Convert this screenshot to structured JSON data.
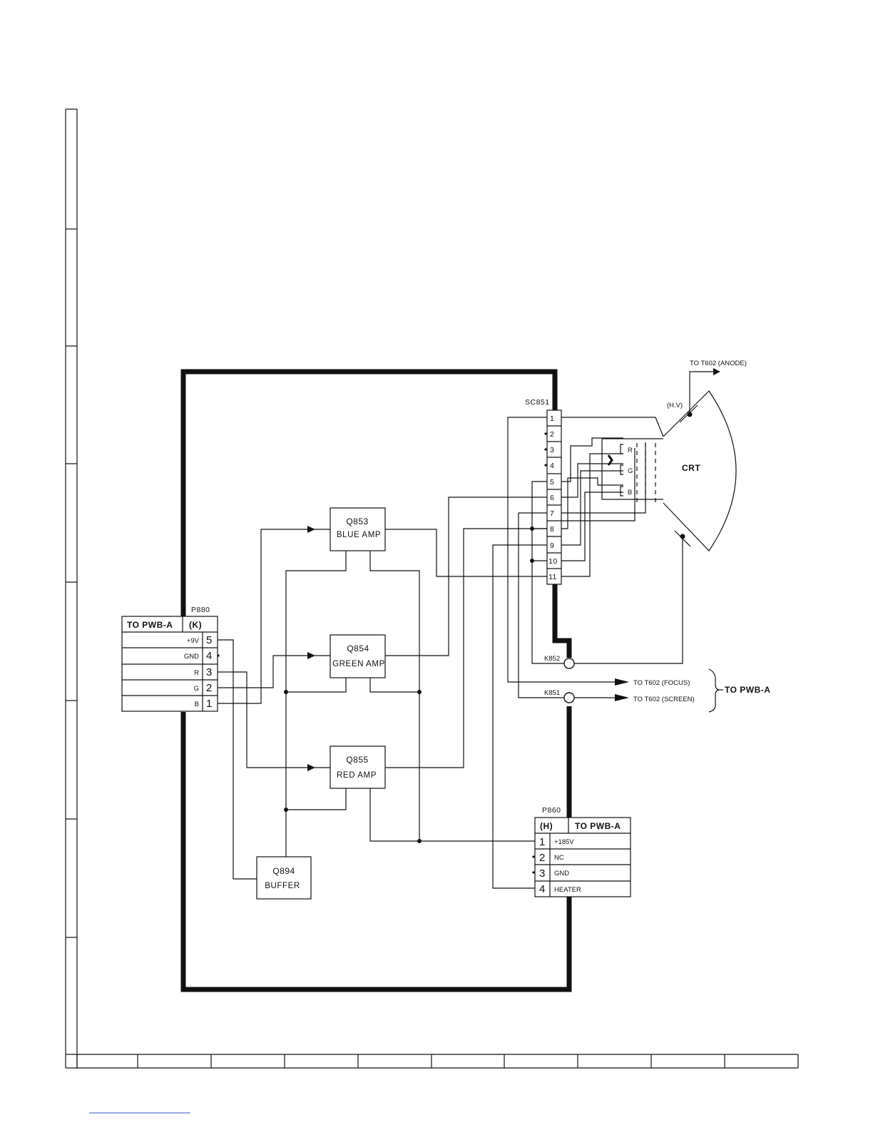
{
  "connectors": {
    "p880": {
      "ref": "P880",
      "title": "TO PWB-A",
      "code": "(K)",
      "pins": [
        {
          "label": "+9V",
          "num": "5"
        },
        {
          "label": "GND",
          "num": "4"
        },
        {
          "label": "R",
          "num": "3"
        },
        {
          "label": "G",
          "num": "2"
        },
        {
          "label": "B",
          "num": "1"
        }
      ]
    },
    "p860": {
      "ref": "P860",
      "code": "(H)",
      "title": "TO PWB-A",
      "pins": [
        {
          "num": "1",
          "label": "+185V"
        },
        {
          "num": "2",
          "label": "NC"
        },
        {
          "num": "3",
          "label": "GND"
        },
        {
          "num": "4",
          "label": "HEATER"
        }
      ]
    },
    "sc851": {
      "ref": "SC851",
      "pins": [
        "1",
        "2",
        "3",
        "4",
        "5",
        "6",
        "7",
        "8",
        "9",
        "10",
        "11"
      ]
    }
  },
  "blocks": {
    "q853": {
      "ref": "Q853",
      "name": "BLUE AMP"
    },
    "q854": {
      "ref": "Q854",
      "name": "GREEN AMP"
    },
    "q855": {
      "ref": "Q855",
      "name": "RED AMP"
    },
    "q894": {
      "ref": "Q894",
      "name": "BUFFER"
    }
  },
  "crt": {
    "label": "CRT",
    "hv": "(H.V)",
    "guns": [
      "R",
      "G",
      "B"
    ],
    "anode_text": "TO T602 (ANODE)"
  },
  "grounds": {
    "k852": "K852",
    "k851": "K851"
  },
  "outputs": {
    "focus": "TO T602 (FOCUS)",
    "screen": "TO T602 (SCREEN)",
    "group": "TO PWB-A"
  }
}
